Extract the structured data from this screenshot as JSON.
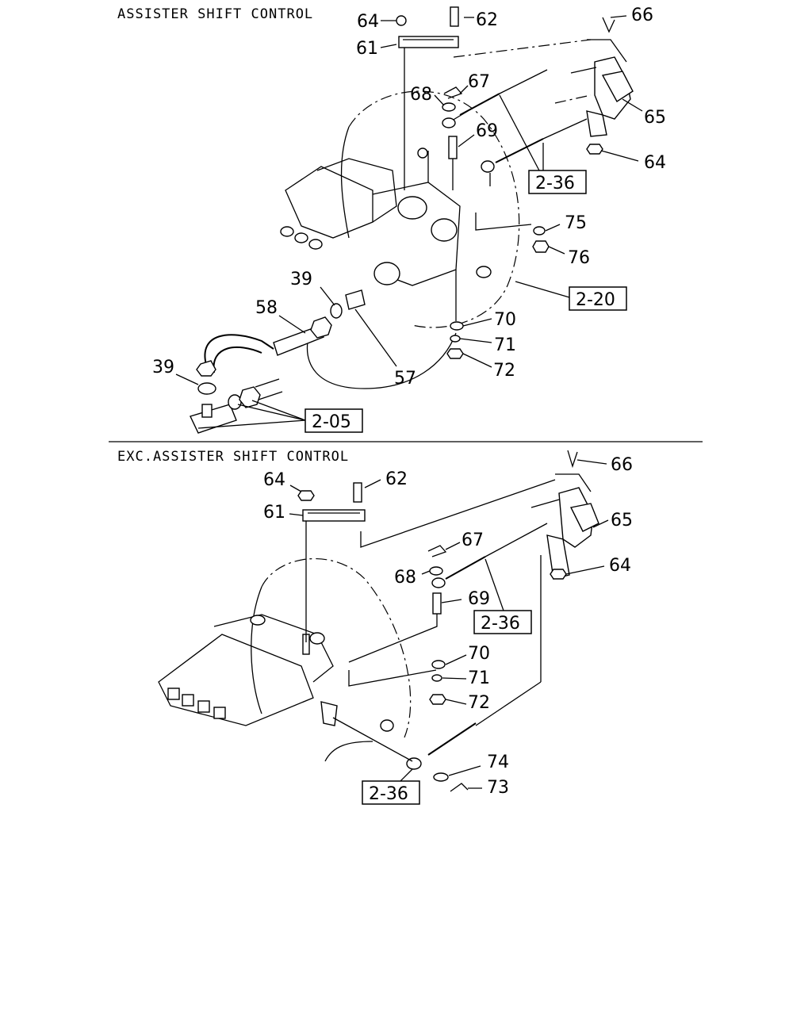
{
  "sections": [
    {
      "title": "ASSISTER SHIFT CONTROL",
      "callouts": [
        "64",
        "62",
        "66",
        "61",
        "67",
        "68",
        "65",
        "69",
        "64",
        "75",
        "76",
        "39",
        "58",
        "70",
        "71",
        "39",
        "72",
        "57"
      ],
      "refs": [
        "2-36",
        "2-20",
        "2-05"
      ]
    },
    {
      "title": "EXC.ASSISTER SHIFT CONTROL",
      "callouts": [
        "66",
        "64",
        "62",
        "65",
        "61",
        "67",
        "64",
        "68",
        "69",
        "70",
        "71",
        "72",
        "74",
        "73"
      ],
      "refs": [
        "2-36",
        "2-36"
      ]
    }
  ]
}
